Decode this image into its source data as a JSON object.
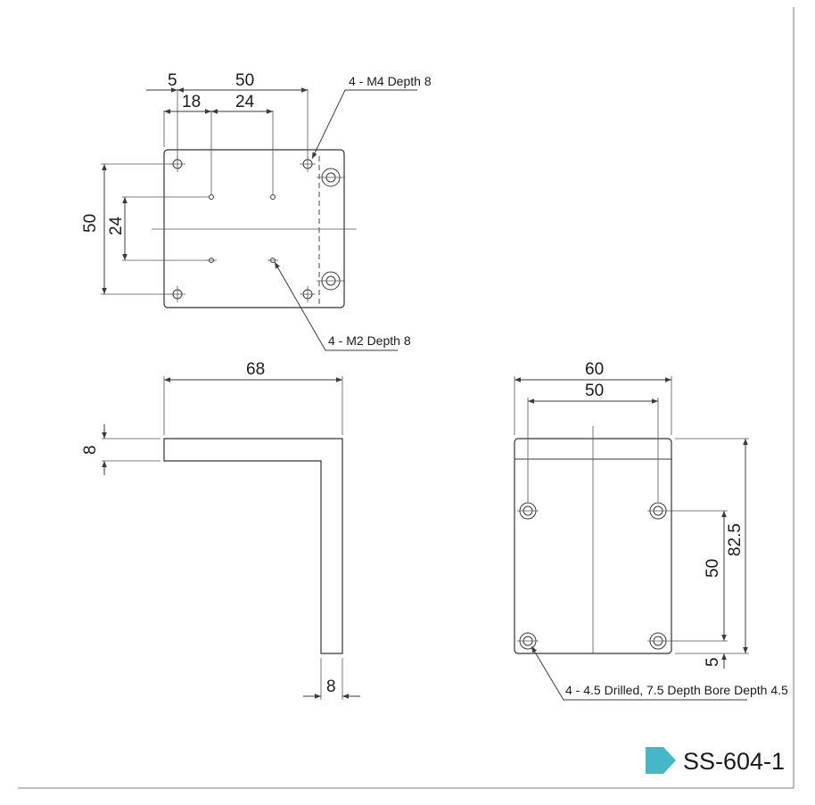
{
  "top_view": {
    "dims": {
      "edge_offset": "5",
      "hole_spacing_x": "50",
      "small_offset": "18",
      "small_spacing_x": "24",
      "hole_spacing_y": "50",
      "small_spacing_y": "24"
    },
    "notes": {
      "m4_holes": "4 - M4 Depth 8",
      "m2_holes": "4 - M2 Depth 8"
    }
  },
  "side_view": {
    "dims": {
      "length": "68",
      "thickness_top": "8",
      "thickness_vertical": "8"
    }
  },
  "front_view": {
    "dims": {
      "width": "60",
      "hole_spacing_x": "50",
      "height": "82.5",
      "hole_spacing_y": "50",
      "bottom_offset": "5"
    },
    "notes": {
      "bore_holes": "4 - 4.5 Drilled, 7.5 Depth Bore Depth 4.5"
    }
  },
  "model_number": "SS-604-1",
  "colors": {
    "model_marker": "#45b8c8",
    "line": "#3a3a3a"
  }
}
